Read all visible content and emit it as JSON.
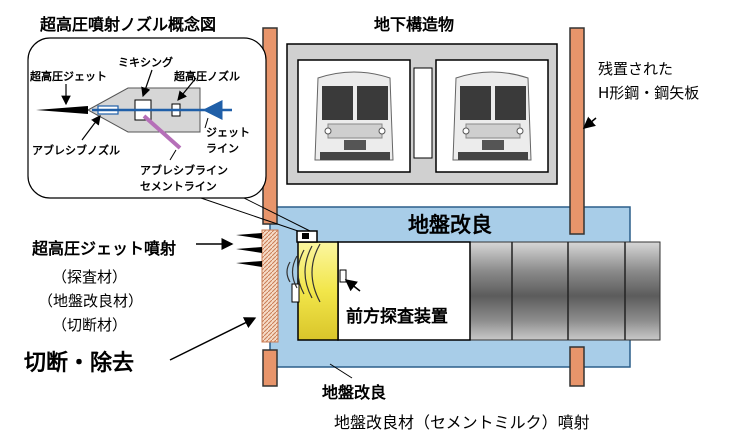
{
  "nozzle_inset": {
    "title": "超高圧噴射ノズル概念図",
    "mixing": "ミキシング",
    "jet_left": "超高圧ジェット",
    "nozzle_right": "超高圧ノズル",
    "jet_line_1": "ジェット",
    "jet_line_2": "ライン",
    "abrasive_nozzle": "アブレシブノズル",
    "abrasive_line_1": "アブレシブライン",
    "abrasive_line_2": "セメントライン"
  },
  "structure": {
    "title": "地下構造物"
  },
  "residual_label": {
    "line1": "残置された",
    "line2": "H形鋼・鋼矢板"
  },
  "ground_improvement_top": "地盤改良",
  "left_labels": {
    "jet": "超高圧ジェット噴射",
    "survey": "（探査材）",
    "improvement": "（地盤改良材）",
    "cutting": "（切断材）",
    "cut_remove": "切断・除去"
  },
  "forward_probe": "前方探査装置",
  "bottom_labels": {
    "ground": "地盤改良",
    "cement": "地盤改良材（セメントミルク）噴射"
  },
  "colors": {
    "ground_blue": "#a8cde8",
    "steel_orange": "#e8956b",
    "probe_yellow": "#f2e64a",
    "jet_blue": "#1f5fa8",
    "abrasive_purple": "#b56fb8"
  }
}
